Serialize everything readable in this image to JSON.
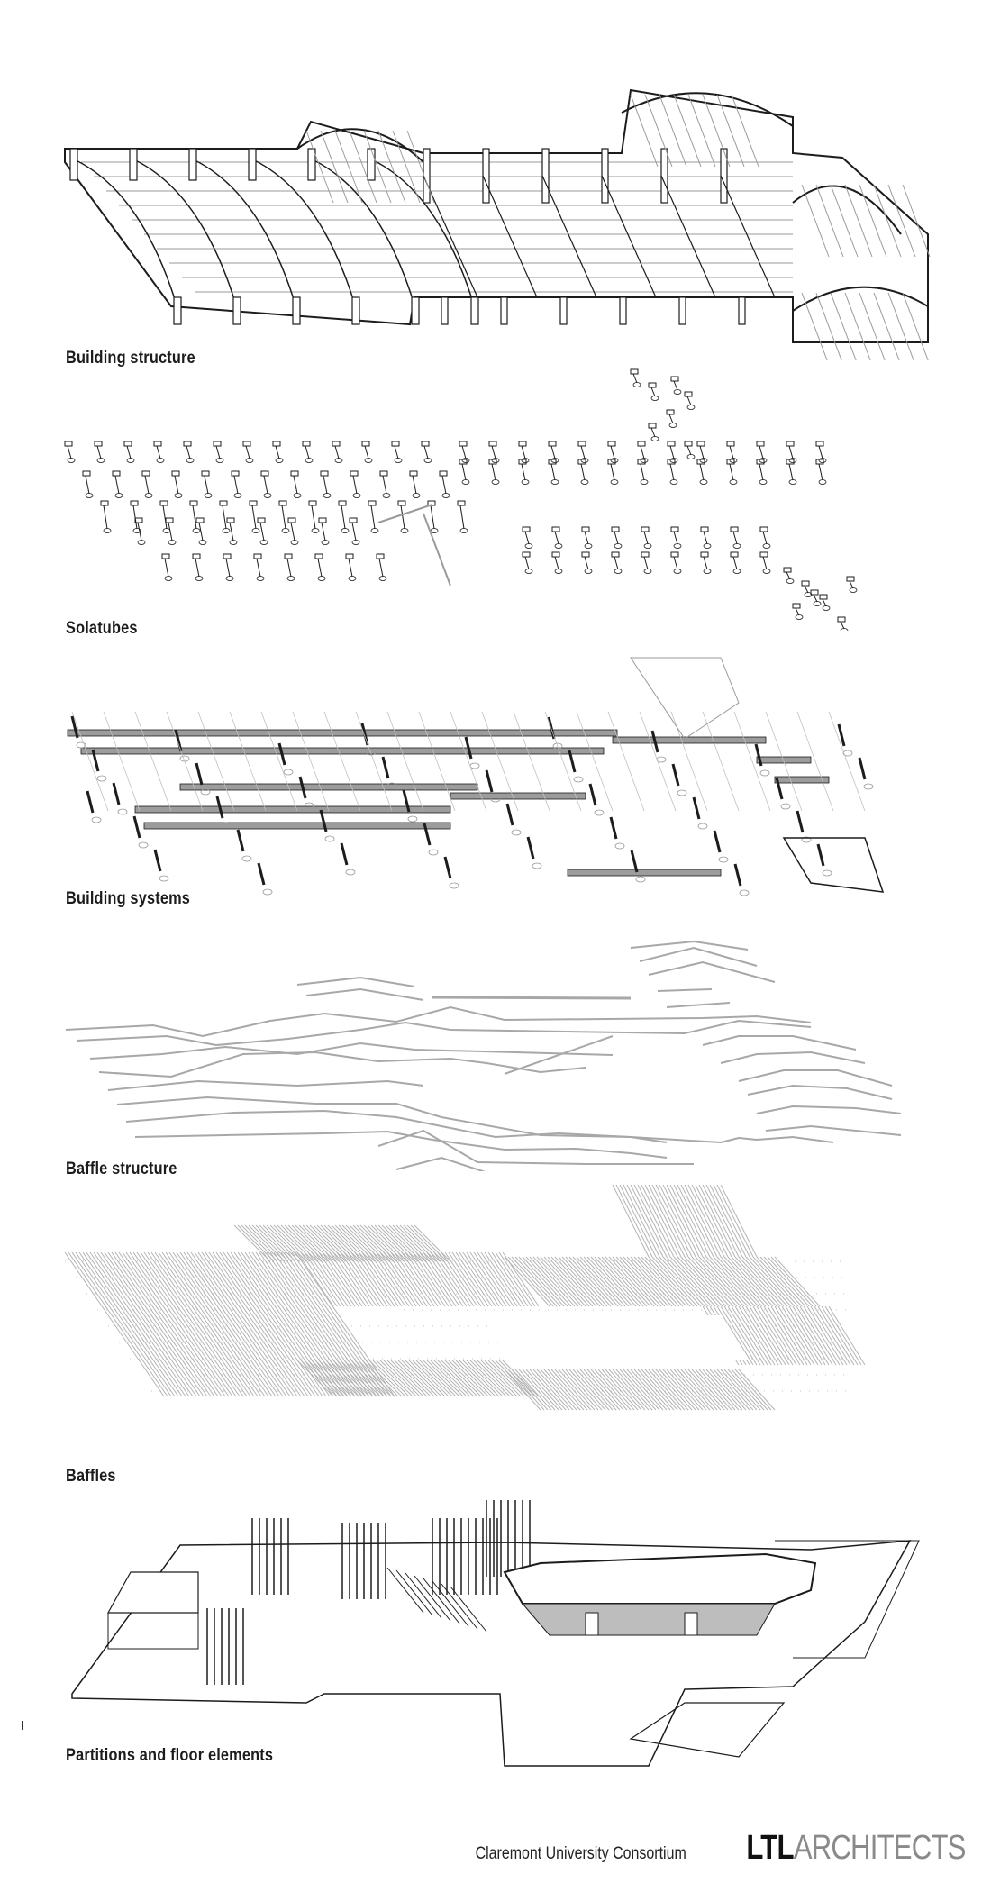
{
  "diagram": {
    "type": "exploded-axonometric",
    "layers": [
      {
        "id": "building-structure",
        "label": "Building structure"
      },
      {
        "id": "solatubes",
        "label": "Solatubes"
      },
      {
        "id": "building-systems",
        "label": "Building systems"
      },
      {
        "id": "baffle-structure",
        "label": "Baffle structure"
      },
      {
        "id": "baffles",
        "label": "Baffles"
      },
      {
        "id": "partitions",
        "label": "Partitions and floor elements"
      }
    ]
  },
  "footer": {
    "client": "Claremont University Consortium",
    "brand_bold": "LTL",
    "brand_light": "ARCHITECTS"
  },
  "colors": {
    "ink": "#1c1c1c",
    "line_gray": "#9a9a9a",
    "duct_fill": "#9c9c9c",
    "brand_light": "#8a8a8a",
    "background": "#ffffff"
  }
}
